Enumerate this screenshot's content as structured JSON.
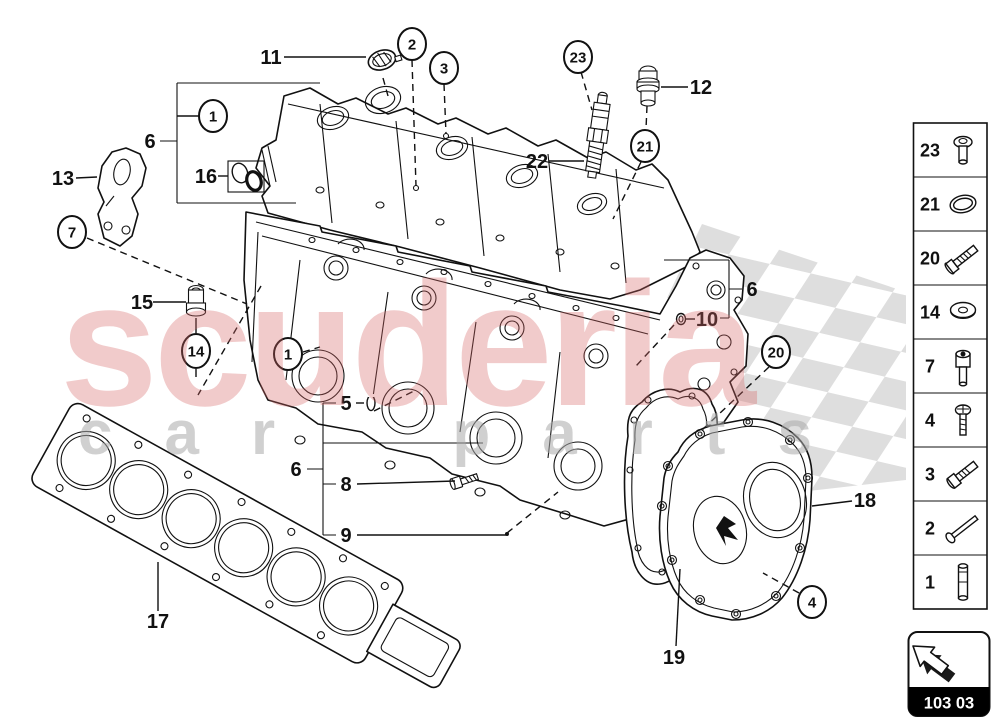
{
  "watermark": {
    "primary": "scuderia",
    "secondary": "car parts"
  },
  "nav": {
    "code": "103 03",
    "icon": "back-arrow-icon"
  },
  "part_numbers": {
    "1": "1",
    "2": "2",
    "3": "3",
    "4": "4",
    "5": "5",
    "6": "6",
    "7": "7",
    "8": "8",
    "9": "9",
    "10": "10",
    "11": "11",
    "12": "12",
    "13": "13",
    "14": "14",
    "15": "15",
    "16": "16",
    "17": "17",
    "18": "18",
    "19": "19",
    "20": "20",
    "21": "21",
    "22": "22",
    "23": "23"
  },
  "sidebar": {
    "items": [
      {
        "number": "23",
        "icon": "pan-head-screw-icon"
      },
      {
        "number": "21",
        "icon": "o-ring-icon"
      },
      {
        "number": "20",
        "icon": "flange-bolt-icon"
      },
      {
        "number": "14",
        "icon": "washer-icon"
      },
      {
        "number": "7",
        "icon": "socket-head-bolt-icon"
      },
      {
        "number": "4",
        "icon": "dome-head-screw-icon"
      },
      {
        "number": "3",
        "icon": "hex-bolt-icon"
      },
      {
        "number": "2",
        "icon": "long-stud-bolt-icon"
      },
      {
        "number": "1",
        "icon": "dowel-pin-icon"
      }
    ]
  },
  "colors": {
    "line": "#111111",
    "checker": "#dedede",
    "watermark_primary": "rgba(213,102,102,0.34)",
    "watermark_secondary": "#aaaaaa",
    "nav_bar_bg": "#000000"
  }
}
